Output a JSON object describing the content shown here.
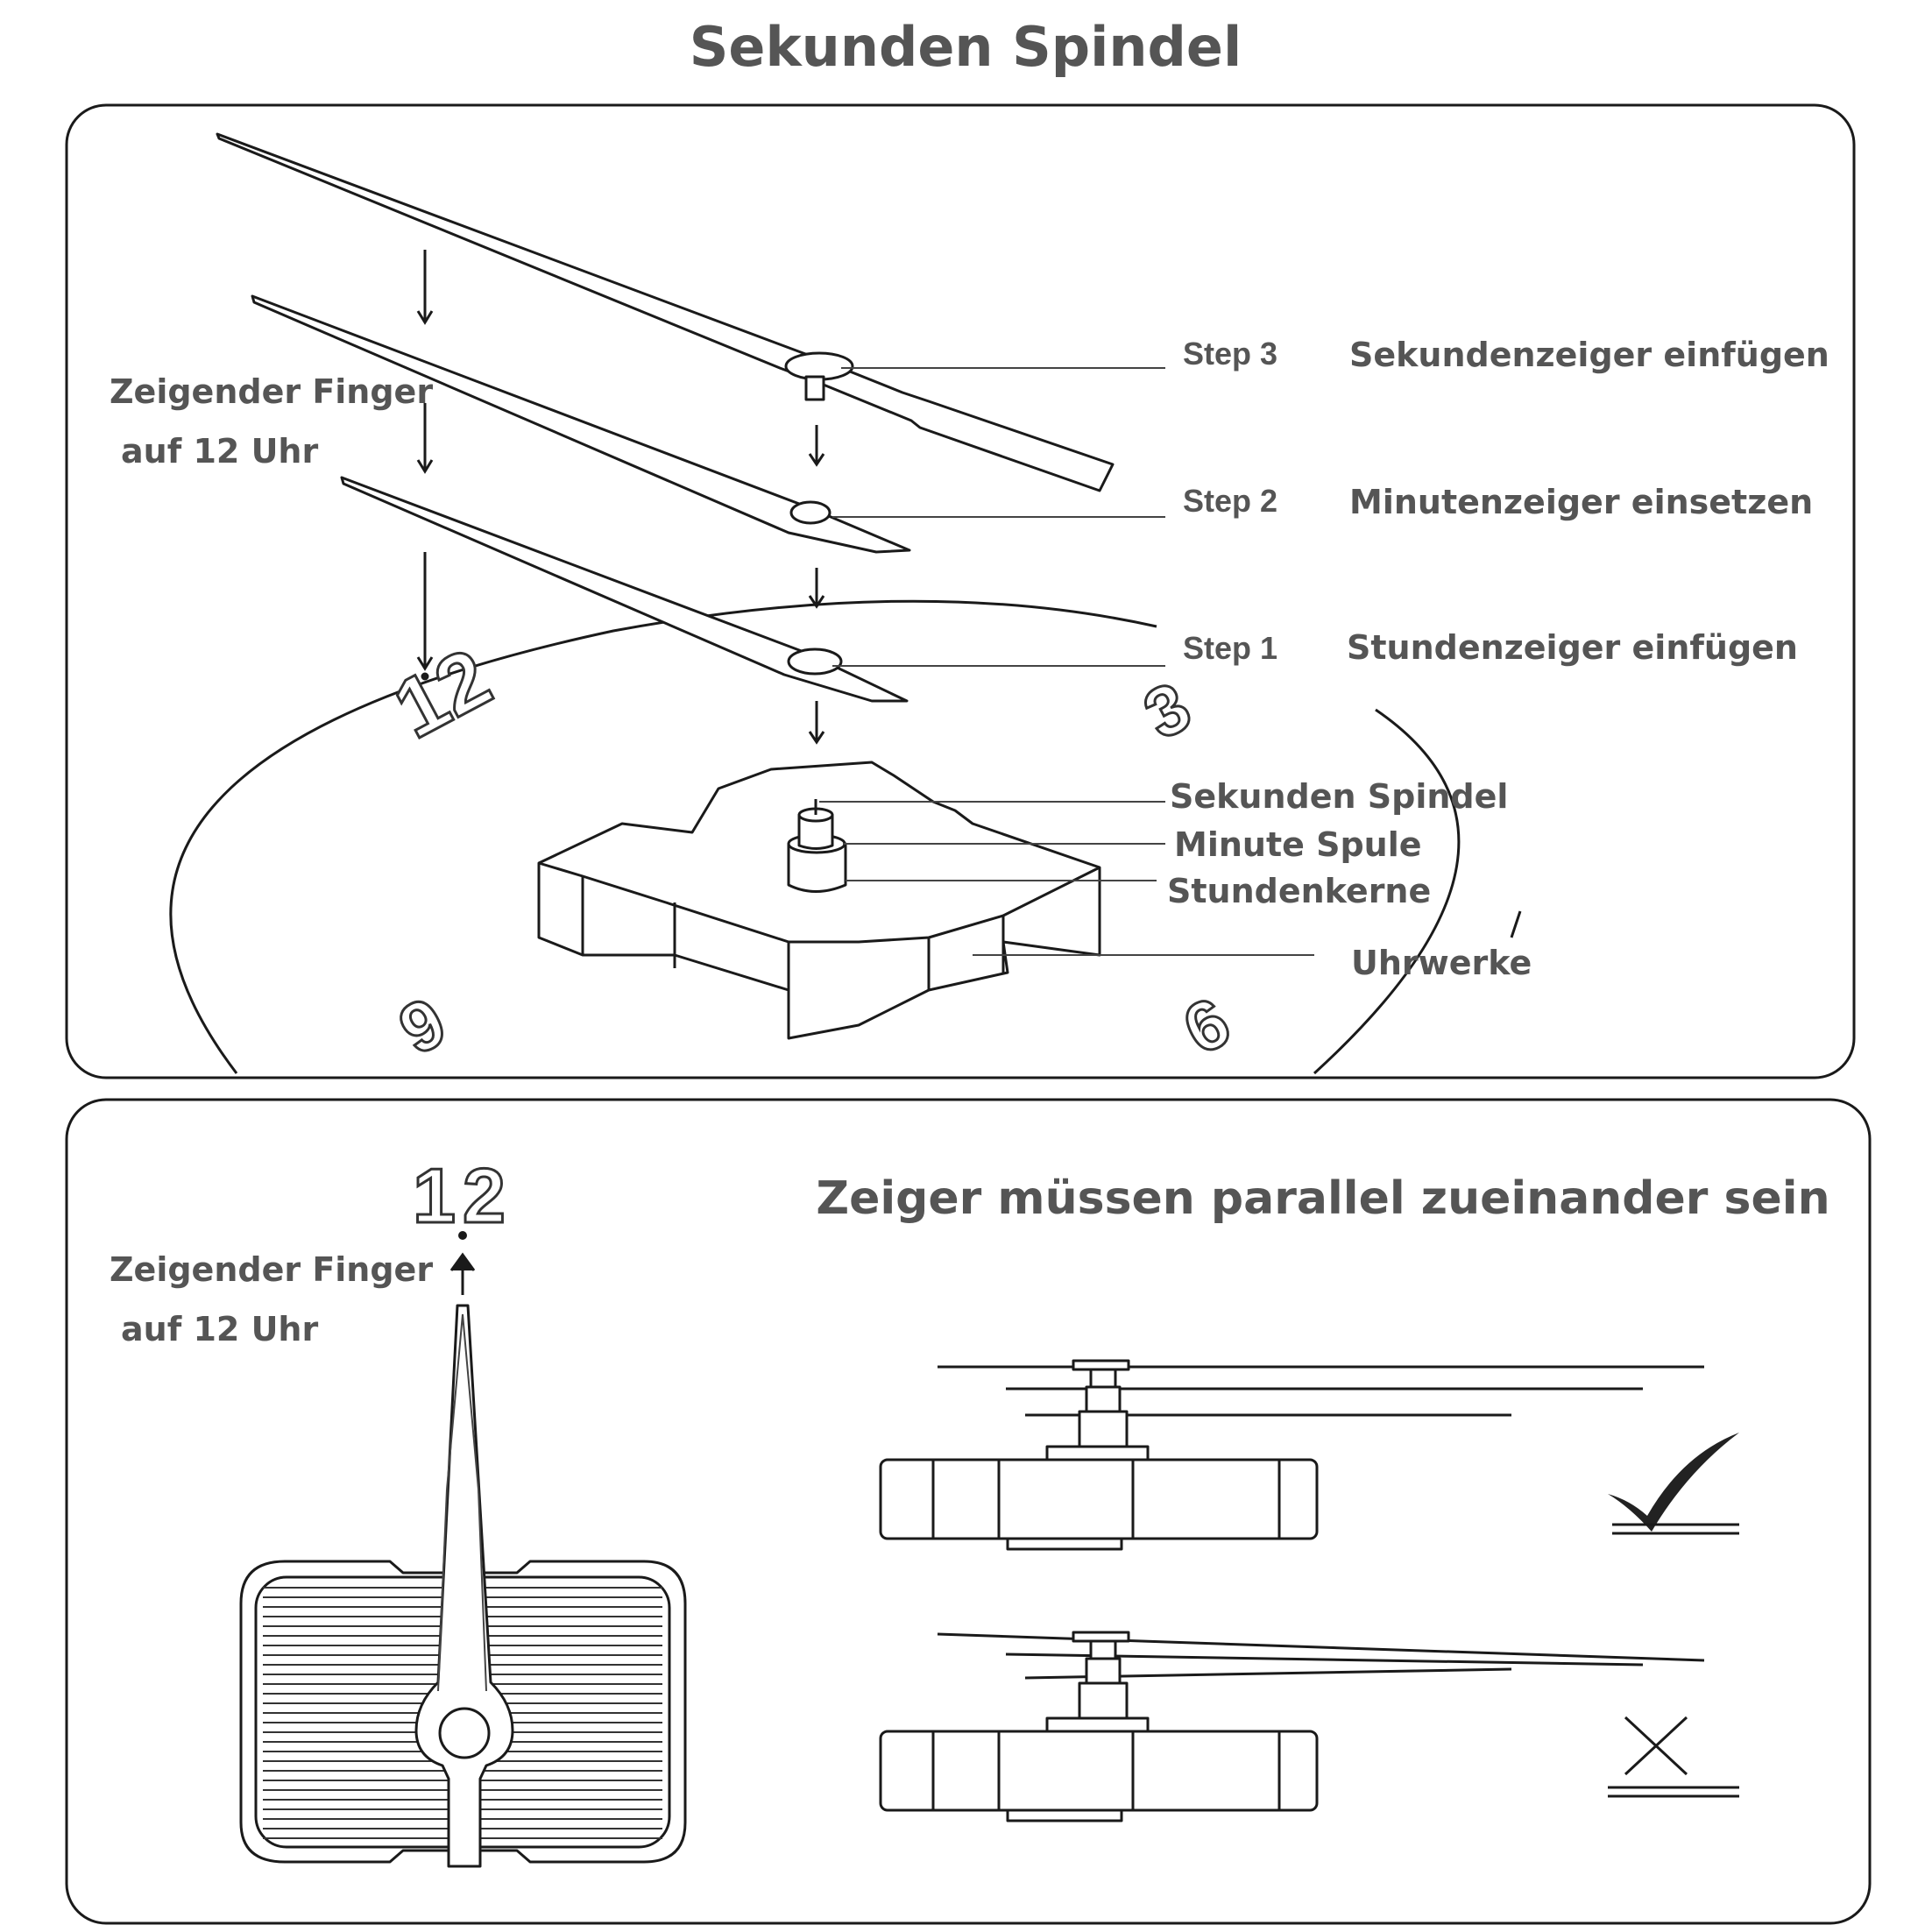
{
  "title": "Sekunden Spindel",
  "panel_top": {
    "pointing_label": [
      "Zeigender Finger",
      "auf 12 Uhr"
    ],
    "steps": [
      {
        "step": "Step 3",
        "text": "Sekundenzeiger einfügen"
      },
      {
        "step": "Step 2",
        "text": "Minutenzeiger einsetzen"
      },
      {
        "step": "Step 1",
        "text": "Stundenzeiger einfügen"
      }
    ],
    "parts": [
      "Sekunden Spindel",
      "Minute Spule",
      "Stundenkerne",
      "Uhrwerke"
    ],
    "dial_numbers": [
      "12",
      "3",
      "9",
      "6"
    ]
  },
  "panel_bottom": {
    "pointing_label": [
      "Zeigender Finger",
      "auf 12 Uhr"
    ],
    "dial_number": "12",
    "heading": "Zeiger müssen parallel zueinander sein",
    "marks": {
      "correct": "check-icon",
      "wrong": "cross-icon"
    }
  }
}
